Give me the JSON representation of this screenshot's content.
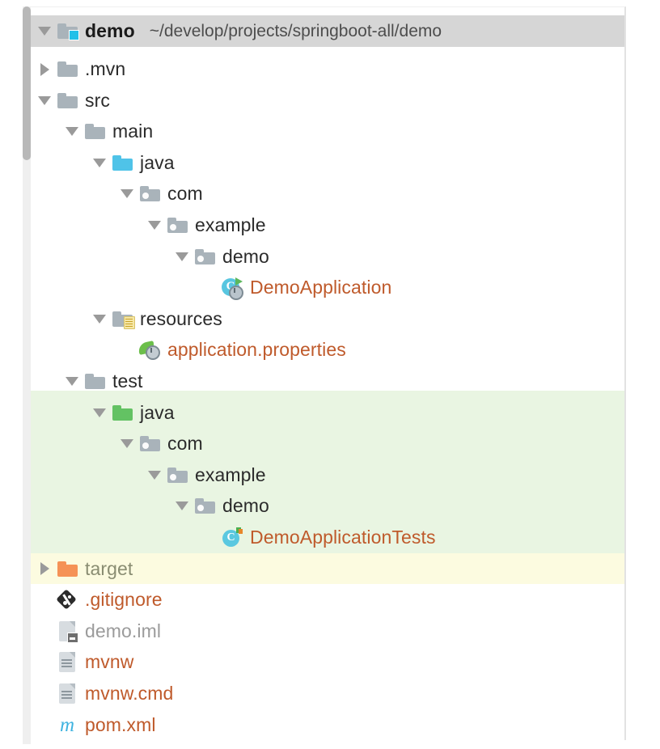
{
  "window": {
    "panel_name": "project-tool-window",
    "background": "#ffffff"
  },
  "colors": {
    "header_bg": "#d6d6d6",
    "test_highlight": "#e9f5e2",
    "target_highlight": "#fcfbe0",
    "file_text_orange": "#bf5a2b",
    "folder_gray": "#a9b3ba",
    "folder_blue": "#4fc3e8",
    "folder_green": "#63c263",
    "folder_orange": "#f59256",
    "excluded_text": "#8a8d72",
    "module_badge_cyan": "#23c0e8",
    "maven_icon_cyan": "#3fb3e0"
  },
  "tree": {
    "root": {
      "label": "demo",
      "path": "~/develop/projects/springboot-all/demo",
      "icon": "module-folder-icon",
      "expanded": true
    },
    "nodes": [
      {
        "label": ".mvn",
        "icon": "folder-icon",
        "twisty": "collapsed",
        "depth": 1,
        "text_style": "normal"
      },
      {
        "label": "src",
        "icon": "folder-icon",
        "twisty": "expanded",
        "depth": 1,
        "text_style": "normal"
      },
      {
        "label": "main",
        "icon": "folder-icon",
        "twisty": "expanded",
        "depth": 2,
        "text_style": "normal"
      },
      {
        "label": "java",
        "icon": "source-root-folder-icon",
        "twisty": "expanded",
        "depth": 3,
        "text_style": "normal"
      },
      {
        "label": "com",
        "icon": "package-folder-icon",
        "twisty": "expanded",
        "depth": 4,
        "text_style": "normal"
      },
      {
        "label": "example",
        "icon": "package-folder-icon",
        "twisty": "expanded",
        "depth": 5,
        "text_style": "normal"
      },
      {
        "label": "demo",
        "icon": "package-folder-icon",
        "twisty": "expanded",
        "depth": 6,
        "text_style": "normal"
      },
      {
        "label": "DemoApplication",
        "icon": "spring-boot-class-icon",
        "twisty": "none",
        "depth": 7,
        "text_style": "orange"
      },
      {
        "label": "resources",
        "icon": "resources-folder-icon",
        "twisty": "expanded",
        "depth": 3,
        "text_style": "normal"
      },
      {
        "label": "application.properties",
        "icon": "spring-leaf-icon",
        "twisty": "none",
        "depth": 4,
        "text_style": "orange"
      },
      {
        "label": "test",
        "icon": "folder-icon",
        "twisty": "expanded",
        "depth": 2,
        "text_style": "normal"
      },
      {
        "label": "java",
        "icon": "test-source-root-folder-icon",
        "twisty": "expanded",
        "depth": 3,
        "text_style": "normal"
      },
      {
        "label": "com",
        "icon": "package-folder-icon",
        "twisty": "expanded",
        "depth": 4,
        "text_style": "normal"
      },
      {
        "label": "example",
        "icon": "package-folder-icon",
        "twisty": "expanded",
        "depth": 5,
        "text_style": "normal"
      },
      {
        "label": "demo",
        "icon": "package-folder-icon",
        "twisty": "expanded",
        "depth": 6,
        "text_style": "normal"
      },
      {
        "label": "DemoApplicationTests",
        "icon": "test-class-icon",
        "twisty": "none",
        "depth": 7,
        "text_style": "orange"
      },
      {
        "label": "target",
        "icon": "excluded-folder-icon",
        "twisty": "collapsed",
        "depth": 1,
        "text_style": "excluded"
      },
      {
        "label": ".gitignore",
        "icon": "git-icon",
        "twisty": "none",
        "depth": 1,
        "text_style": "orange"
      },
      {
        "label": "demo.iml",
        "icon": "module-file-icon",
        "twisty": "none",
        "depth": 1,
        "text_style": "gray"
      },
      {
        "label": "mvnw",
        "icon": "file-icon",
        "twisty": "none",
        "depth": 1,
        "text_style": "orange"
      },
      {
        "label": "mvnw.cmd",
        "icon": "file-icon",
        "twisty": "none",
        "depth": 1,
        "text_style": "orange"
      },
      {
        "label": "pom.xml",
        "icon": "maven-icon",
        "twisty": "none",
        "depth": 1,
        "text_style": "orange"
      }
    ]
  }
}
